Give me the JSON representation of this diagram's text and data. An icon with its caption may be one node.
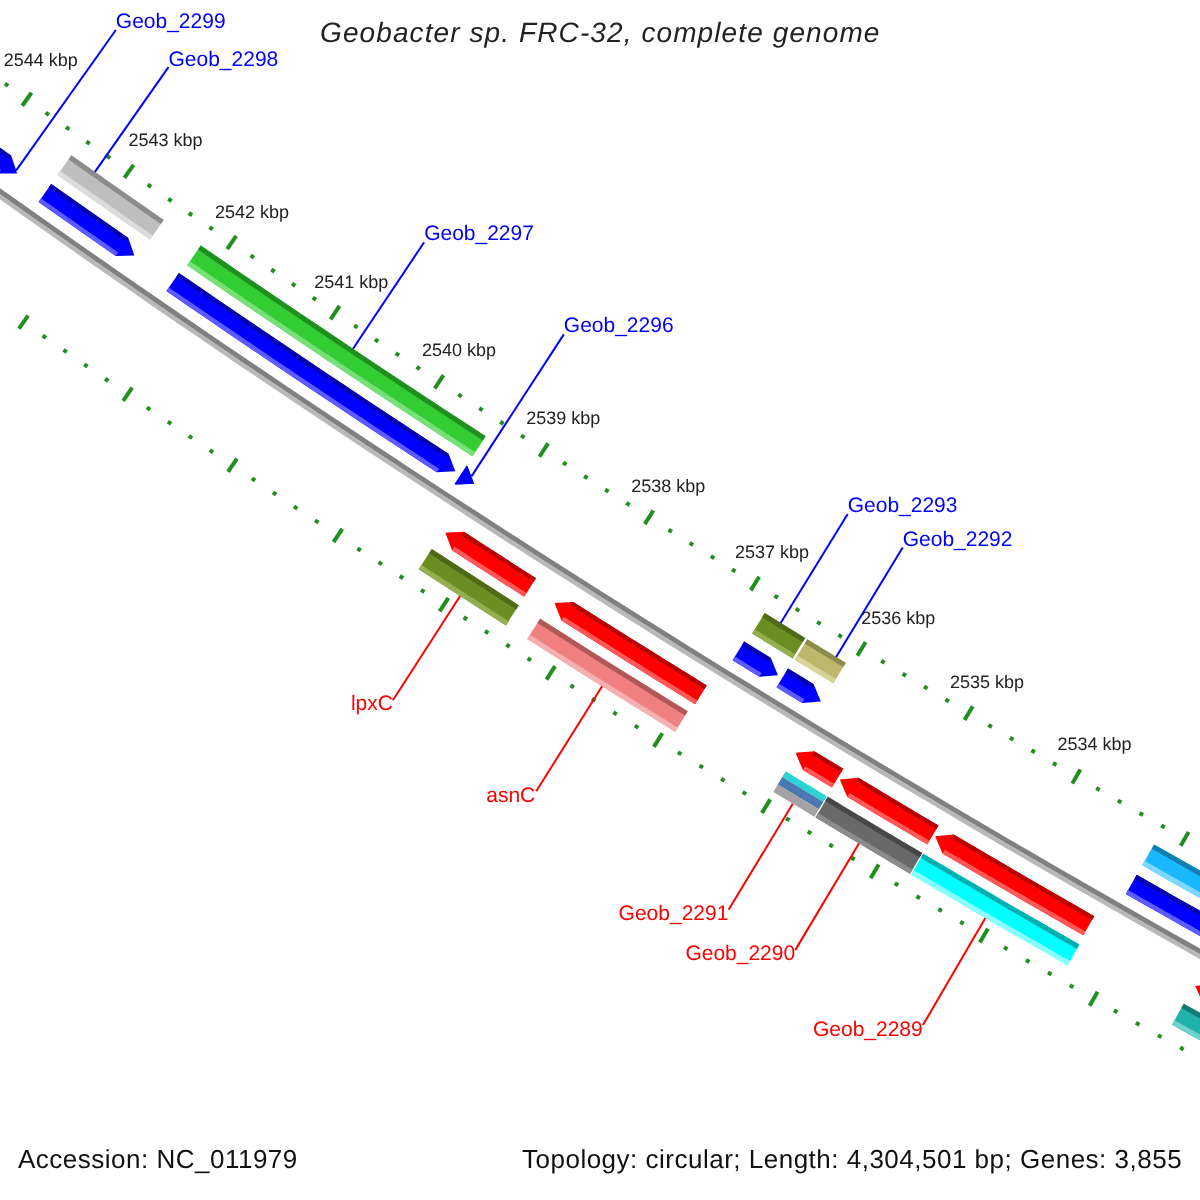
{
  "diagram": {
    "title": "Geobacter sp. FRC-32, complete genome",
    "nodes": [
      {
        "text": [
          "Geob_2299"
        ]
      },
      {
        "text": [
          "Geob_2298"
        ]
      },
      {
        "text": [
          "Geob_2297"
        ]
      },
      {
        "text": [
          "Geob_2296"
        ]
      },
      {
        "text": [
          "Geob_2293"
        ]
      },
      {
        "text": [
          "Geob_2292"
        ]
      },
      {
        "text": [
          "lpxC"
        ]
      },
      {
        "text": [
          "asnC"
        ]
      },
      {
        "text": [
          "Geob_2291"
        ]
      },
      {
        "text": [
          "Geob_2290"
        ]
      },
      {
        "text": [
          "Geob_2289"
        ]
      },
      {
        "text": [],
        "shape": "arrow"
      },
      {
        "text": [],
        "shape": "bar"
      },
      {
        "text": [],
        "shape": "arrow"
      },
      {
        "text": [],
        "shape": "bar"
      },
      {
        "text": [],
        "shape": "arrow"
      },
      {
        "text": [],
        "shape": "arrow"
      },
      {
        "text": [],
        "shape": "bar"
      },
      {
        "text": [],
        "shape": "arrow"
      },
      {
        "text": [],
        "shape": "bar"
      },
      {
        "text": [],
        "shape": "arrow"
      },
      {
        "text": [],
        "shape": "bar"
      },
      {
        "text": [],
        "shape": "arrow"
      },
      {
        "text": [],
        "shape": "bar"
      },
      {
        "text": [],
        "shape": "arrow"
      },
      {
        "text": [],
        "shape": "bar"
      },
      {
        "text": [],
        "shape": "arrow"
      },
      {
        "text": [],
        "shape": "bar"
      },
      {
        "text": [],
        "shape": "arrow"
      },
      {
        "text": [],
        "shape": "bar"
      },
      {
        "text": [],
        "shape": "arrow"
      },
      {
        "text": [],
        "shape": "bar"
      },
      {
        "text": [],
        "shape": "arrow"
      },
      {
        "text": [],
        "shape": "arrow"
      },
      {
        "text": [],
        "shape": "bar"
      }
    ],
    "edges": [
      {
        "from": 0,
        "to": 11,
        "arrow": "none"
      },
      {
        "from": 1,
        "to": 12,
        "arrow": "none"
      },
      {
        "from": 2,
        "to": 14,
        "arrow": "none"
      },
      {
        "from": 3,
        "to": 16,
        "arrow": "none"
      },
      {
        "from": 4,
        "to": 21,
        "arrow": "none"
      },
      {
        "from": 5,
        "to": 23,
        "arrow": "none"
      },
      {
        "from": 6,
        "to": 17,
        "arrow": "none",
        "color": "#ff0000"
      },
      {
        "from": 7,
        "to": 19,
        "arrow": "none",
        "color": "#ff0000"
      },
      {
        "from": 8,
        "to": 25,
        "arrow": "none",
        "color": "#ff0000"
      },
      {
        "from": 9,
        "to": 27,
        "arrow": "none",
        "color": "#ff0000"
      },
      {
        "from": 10,
        "to": 29,
        "arrow": "none",
        "color": "#ff0000"
      }
    ],
    "labels": [
      "2544 kbp",
      "2543 kbp",
      "2542 kbp",
      "2541 kbp",
      "2540 kbp",
      "2539 kbp",
      "2538 kbp",
      "2537 kbp",
      "2536 kbp",
      "2535 kbp",
      "2534 kbp",
      "Accession: NC_011979",
      "Topology: circular; Length: 4,304,501 bp; Genes: 3,855"
    ]
  }
}
